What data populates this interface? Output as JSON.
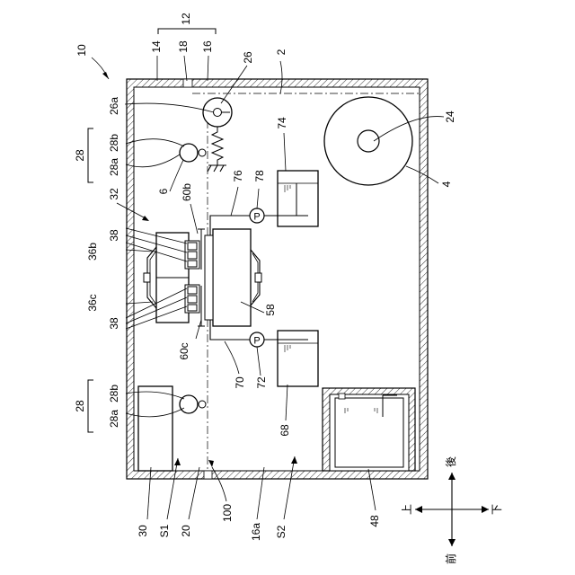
{
  "labels": {
    "device": "10",
    "wall_outer": "14",
    "wall_mid": "18",
    "wall_inner": "16",
    "wall_group": "12",
    "housing": "2",
    "fan_part": "26",
    "fan_hub": "26a",
    "group_top": "28",
    "sensor_top_b": "28b",
    "sensor_top_a": "28a",
    "roller": "6",
    "unit_group": "32",
    "sensor_array": "38",
    "module_b": "36b",
    "module_c": "36c",
    "port_b": "60b",
    "port_c": "60c",
    "pipe_top": "76",
    "pump_top": "78",
    "tank_top": "74",
    "disk": "24",
    "chassis": "4",
    "block": "58",
    "pipe_bottom": "70",
    "pump_bottom": "72",
    "tank_bottom": "68",
    "group_bottom": "28",
    "sensor_bottom_b": "28b",
    "sensor_bottom_a": "28a",
    "panel": "30",
    "zone_s1": "S1",
    "zone_line": "20",
    "divider": "100",
    "inner_wall": "16a",
    "zone_s2": "S2",
    "bin": "48",
    "pump_symbol": "P"
  },
  "compass": {
    "up": "上",
    "down": "下",
    "front": "前",
    "back": "後"
  }
}
